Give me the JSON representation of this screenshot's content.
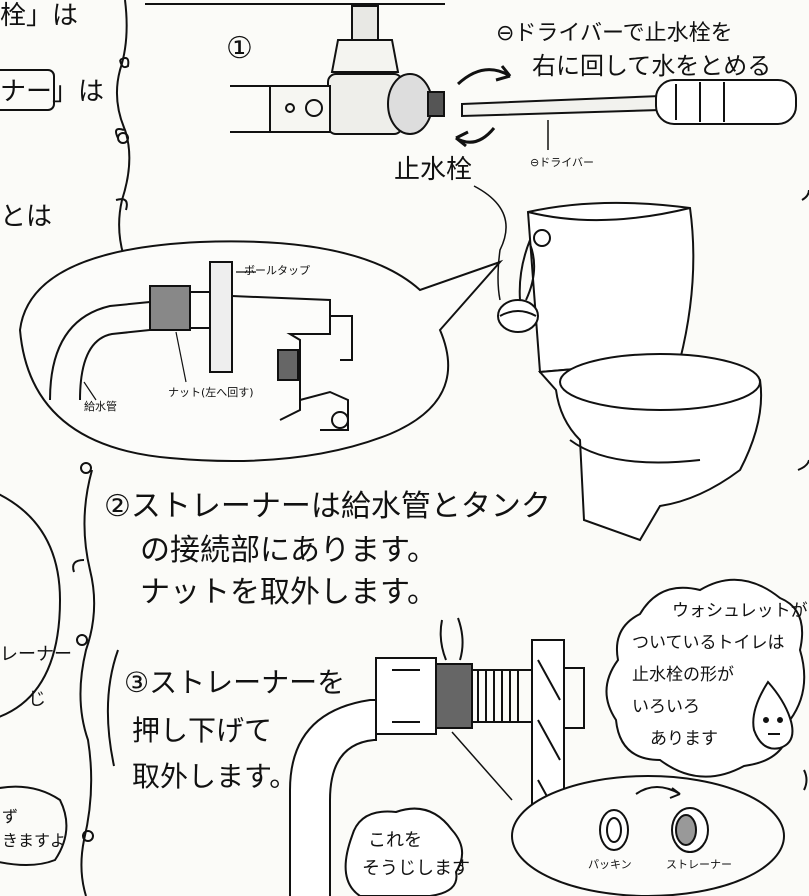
{
  "left_fragments": {
    "line1": "栓」は",
    "line2": "ナー」は",
    "line3": "とは",
    "line4": "レーナー",
    "line5": "じ",
    "bubble": "ず\nきますよ"
  },
  "step1": {
    "number": "①",
    "instruction_line1": "⊖ドライバーで止水栓を",
    "instruction_line2": "右に回して水をとめる",
    "label_valve": "止水栓",
    "label_driver": "⊖ドライバー"
  },
  "callout": {
    "label_balltap": "ボールタップ",
    "label_nut": "ナット(左へ回す)",
    "label_pipe": "給水管"
  },
  "step2": {
    "line1": "②ストレーナーは給水管とタンク",
    "line2": "の接続部にあります。",
    "line3": "ナットを取外します。"
  },
  "step3": {
    "line1": "③ストレーナーを",
    "line2": "押し下げて",
    "line3": "取外します。"
  },
  "washlet_note": {
    "line1": "ウォシュレットが",
    "line2": "ついているトイレは",
    "line3": "止水栓の形が",
    "line4": "いろいろ",
    "line5": "あります"
  },
  "clean_note": {
    "line1": "これを",
    "line2": "そうじします"
  },
  "parts": {
    "packing": "パッキン",
    "strainer": "ストレーナー"
  }
}
